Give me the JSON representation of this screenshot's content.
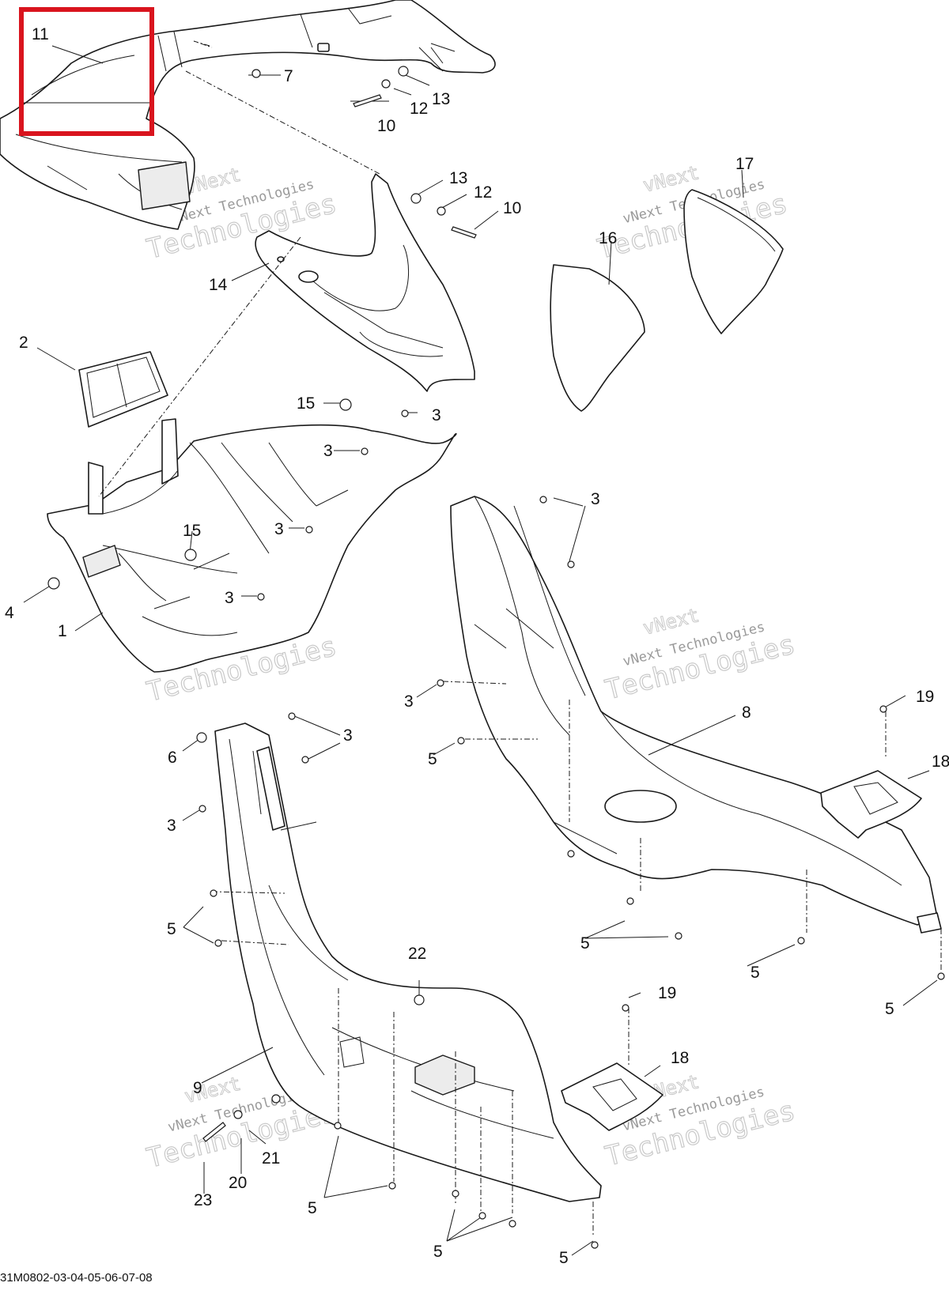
{
  "diagram": {
    "code": "31M0802-03-04-05-06-07-08",
    "highlight_color": "#d9141e",
    "highlighted_callout": "11",
    "watermark": {
      "line1": "vNext",
      "line2": "vNext Technologies",
      "line3": "Technologies"
    },
    "callouts": {
      "c11": "11",
      "c7": "7",
      "c13a": "13",
      "c12a": "12",
      "c10a": "10",
      "c13b": "13",
      "c12b": "12",
      "c10b": "10",
      "c17": "17",
      "c16": "16",
      "c14": "14",
      "c2": "2",
      "c15a": "15",
      "c3a": "3",
      "c3b": "3",
      "c15b": "15",
      "c3c": "3",
      "c4": "4",
      "c3d": "3",
      "c1": "1",
      "c3e": "3",
      "c3f": "3",
      "c5a": "5",
      "c8": "8",
      "c19a": "19",
      "c18a": "18",
      "c6": "6",
      "c3g": "3",
      "c3h": "3",
      "c5b": "5",
      "c5c": "5",
      "c5d": "5",
      "c5e": "5",
      "c22": "22",
      "c19b": "19",
      "c18b": "18",
      "c9": "9",
      "c21": "21",
      "c20": "20",
      "c23": "23",
      "c5f": "5",
      "c5g": "5",
      "c5h": "5"
    }
  }
}
